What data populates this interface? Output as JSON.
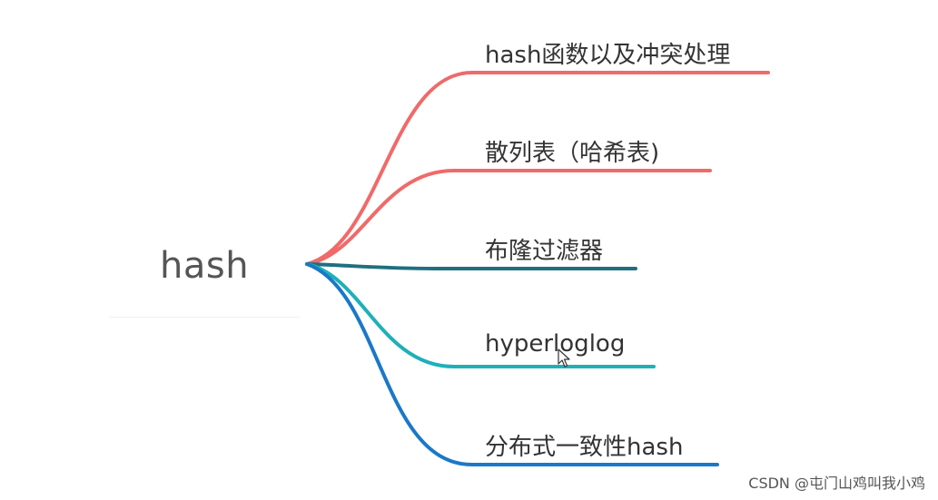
{
  "root": {
    "label": "hash"
  },
  "branches": [
    {
      "label": "hash函数以及冲突处理",
      "color": "#f06a6a"
    },
    {
      "label": "散列表（哈希表)",
      "color": "#f06a6a"
    },
    {
      "label": "布隆过滤器",
      "color": "#1f6f7f"
    },
    {
      "label": "hyperloglog",
      "color": "#1fb0b8"
    },
    {
      "label": "分布式一致性hash",
      "color": "#1a78c8"
    }
  ],
  "watermark": "CSDN @屯门山鸡叫我小鸡",
  "icons": {
    "cursor": "mouse-pointer-icon"
  }
}
